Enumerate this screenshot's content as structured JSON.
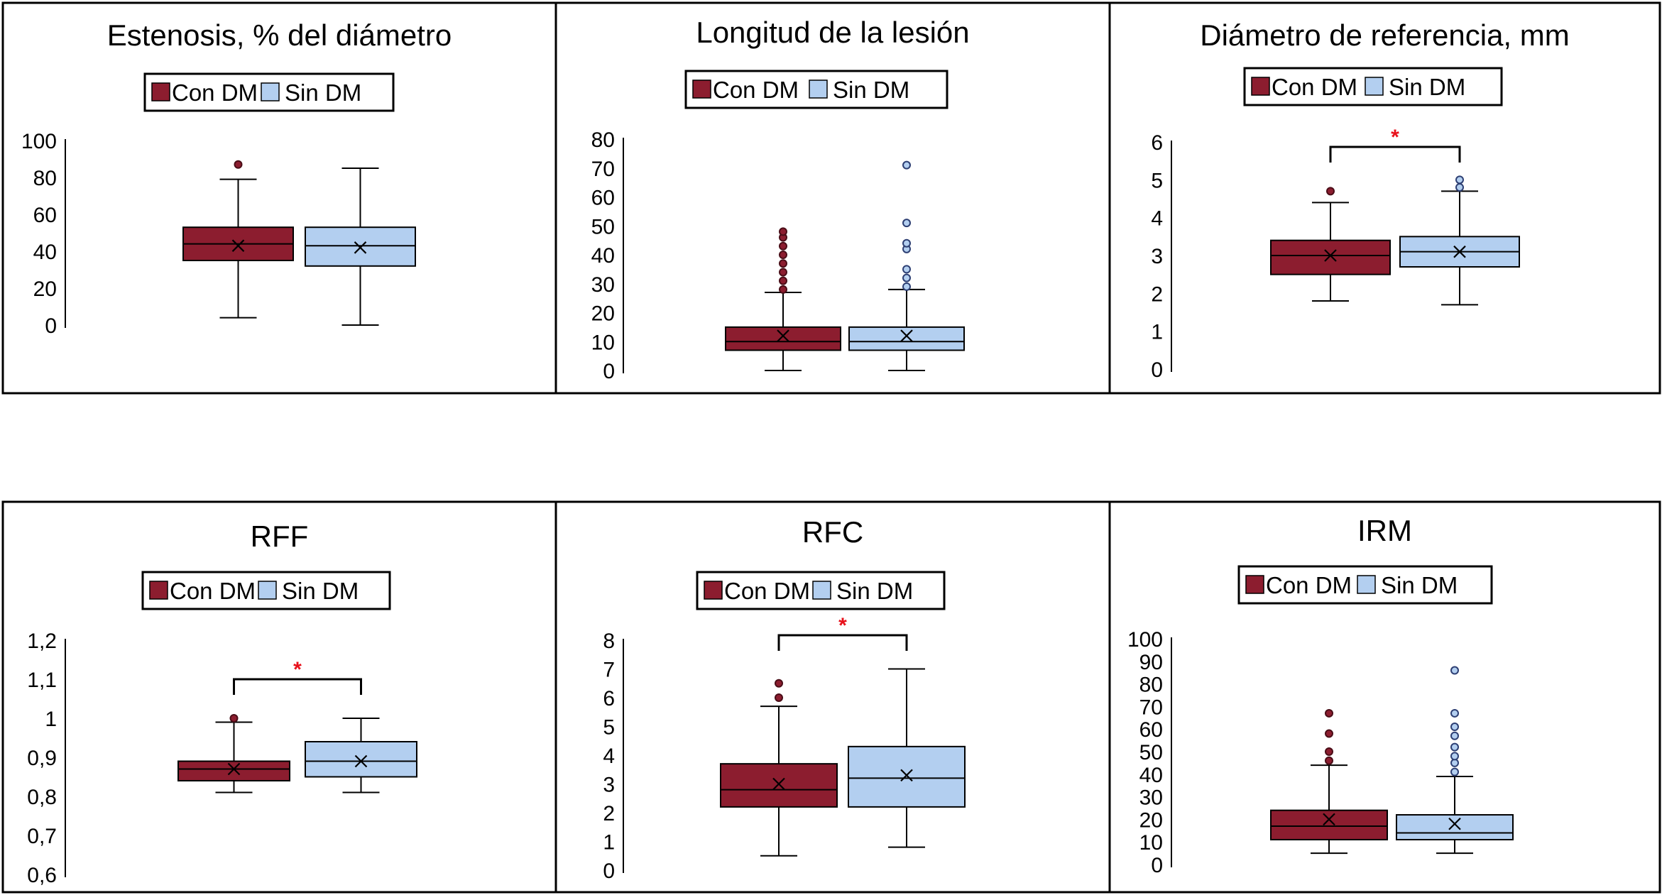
{
  "colors": {
    "con_dm": "#8c1d2f",
    "sin_dm": "#b3cff0",
    "outlier_sin": "#b3cff0",
    "significance": "#e8101a",
    "frame": "#000000"
  },
  "chart_data": [
    {
      "type": "box",
      "title": "Estenosis, % del diámetro",
      "legend": {
        "placement": "top-center",
        "labels": [
          "Con DM",
          "Sin DM"
        ]
      },
      "ylim": [
        0,
        100
      ],
      "yticks": [
        "0",
        "20",
        "40",
        "60",
        "80",
        "100"
      ],
      "significance": null,
      "series": [
        {
          "name": "Con DM",
          "min": 4,
          "q1": 35,
          "median": 44,
          "q3": 53,
          "max": 79,
          "mean": 43,
          "outliers": [
            87
          ]
        },
        {
          "name": "Sin DM",
          "min": 0,
          "q1": 32,
          "median": 43,
          "q3": 53,
          "max": 85,
          "mean": 42,
          "outliers": []
        }
      ]
    },
    {
      "type": "box",
      "title": "Longitud de la lesión",
      "legend": {
        "placement": "top-center",
        "labels": [
          "Con DM",
          "Sin DM"
        ]
      },
      "ylim": [
        0,
        80
      ],
      "yticks": [
        "0",
        "10",
        "20",
        "30",
        "40",
        "50",
        "60",
        "70",
        "80"
      ],
      "significance": null,
      "series": [
        {
          "name": "Con DM",
          "min": 0,
          "q1": 7,
          "median": 10,
          "q3": 15,
          "max": 27,
          "mean": 12,
          "outliers": [
            28,
            31,
            34,
            37,
            40,
            43,
            46,
            48
          ]
        },
        {
          "name": "Sin DM",
          "min": 0,
          "q1": 7,
          "median": 10,
          "q3": 15,
          "max": 28,
          "mean": 12,
          "outliers": [
            29,
            32,
            35,
            42,
            44,
            51,
            71
          ]
        }
      ]
    },
    {
      "type": "box",
      "title": "Diámetro de referencia, mm",
      "legend": {
        "placement": "top-center",
        "labels": [
          "Con DM",
          "Sin DM"
        ]
      },
      "ylim": [
        0,
        6
      ],
      "yticks": [
        "0",
        "1",
        "2",
        "3",
        "4",
        "5",
        "6"
      ],
      "significance": "*",
      "series": [
        {
          "name": "Con DM",
          "min": 1.8,
          "q1": 2.5,
          "median": 3.0,
          "q3": 3.4,
          "max": 4.4,
          "mean": 3.0,
          "outliers": [
            4.7
          ]
        },
        {
          "name": "Sin DM",
          "min": 1.7,
          "q1": 2.7,
          "median": 3.1,
          "q3": 3.5,
          "max": 4.7,
          "mean": 3.1,
          "outliers": [
            4.8,
            5.0
          ]
        }
      ]
    },
    {
      "type": "box",
      "title": "RFF",
      "legend": {
        "placement": "top-center",
        "labels": [
          "Con DM",
          "Sin DM"
        ]
      },
      "ylim": [
        0.6,
        1.2
      ],
      "yticks": [
        "0,6",
        "0,7",
        "0,8",
        "0,9",
        "1",
        "1,1",
        "1,2"
      ],
      "significance": "*",
      "series": [
        {
          "name": "Con DM",
          "min": 0.81,
          "q1": 0.84,
          "median": 0.87,
          "q3": 0.89,
          "max": 0.99,
          "mean": 0.87,
          "outliers": [
            1.0
          ]
        },
        {
          "name": "Sin DM",
          "min": 0.81,
          "q1": 0.85,
          "median": 0.89,
          "q3": 0.94,
          "max": 1.0,
          "mean": 0.89,
          "outliers": []
        }
      ]
    },
    {
      "type": "box",
      "title": "RFC",
      "legend": {
        "placement": "top-center",
        "labels": [
          "Con DM",
          "Sin DM"
        ]
      },
      "ylim": [
        0,
        8
      ],
      "yticks": [
        "0",
        "1",
        "2",
        "3",
        "4",
        "5",
        "6",
        "7",
        "8"
      ],
      "significance": "*",
      "series": [
        {
          "name": "Con DM",
          "min": 0.5,
          "q1": 2.2,
          "median": 2.8,
          "q3": 3.7,
          "max": 5.7,
          "mean": 3.0,
          "outliers": [
            6.0,
            6.5
          ]
        },
        {
          "name": "Sin DM",
          "min": 0.8,
          "q1": 2.2,
          "median": 3.2,
          "q3": 4.3,
          "max": 7.0,
          "mean": 3.3,
          "outliers": []
        }
      ]
    },
    {
      "type": "box",
      "title": "IRM",
      "legend": {
        "placement": "top-center",
        "labels": [
          "Con DM",
          "Sin DM"
        ]
      },
      "ylim": [
        0,
        100
      ],
      "yticks": [
        "0",
        "10",
        "20",
        "30",
        "40",
        "50",
        "60",
        "70",
        "80",
        "90",
        "100"
      ],
      "significance": null,
      "series": [
        {
          "name": "Con DM",
          "min": 5,
          "q1": 11,
          "median": 17,
          "q3": 24,
          "max": 44,
          "mean": 20,
          "outliers": [
            46,
            50,
            58,
            67
          ]
        },
        {
          "name": "Sin DM",
          "min": 5,
          "q1": 11,
          "median": 14,
          "q3": 22,
          "max": 39,
          "mean": 18,
          "outliers": [
            41,
            45,
            48,
            52,
            57,
            61,
            67,
            86
          ]
        }
      ]
    }
  ]
}
